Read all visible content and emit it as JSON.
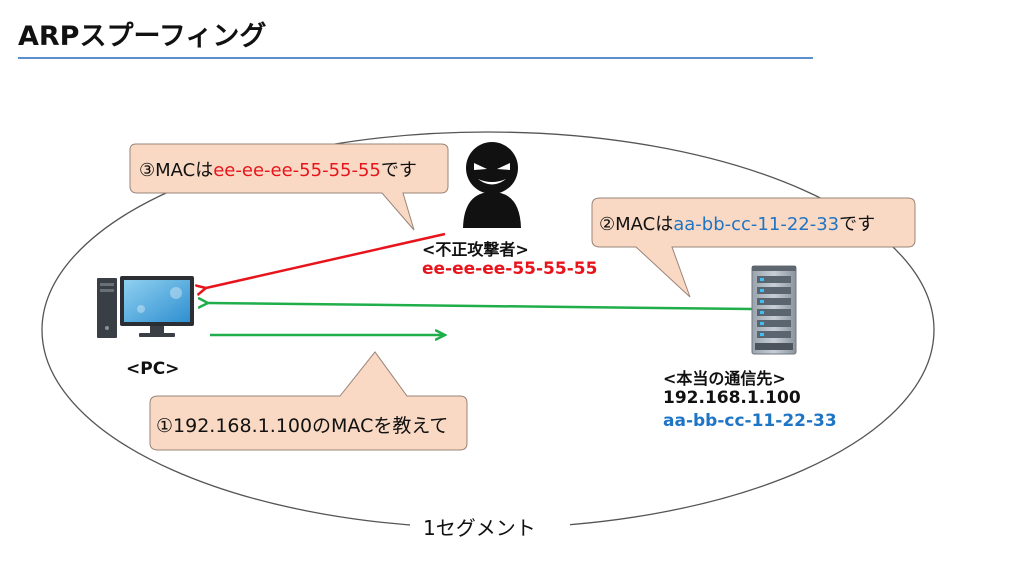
{
  "title": "ARPスプーフィング",
  "segment_label": "1セグメント",
  "pc": {
    "label": "<PC>"
  },
  "attacker": {
    "label": "<不正攻撃者>",
    "mac": "ee-ee-ee-55-55-55"
  },
  "server": {
    "label": "<本当の通信先>",
    "ip": "192.168.1.100",
    "mac": "aa-bb-cc-11-22-33"
  },
  "bubbles": {
    "step1": {
      "text": "①192.168.1.100のMACを教えて"
    },
    "step2": {
      "prefix": "②MACは",
      "mac": "aa-bb-cc-11-22-33",
      "suffix": "です"
    },
    "step3": {
      "prefix": "③MACは",
      "mac": "ee-ee-ee-55-55-55",
      "suffix": "です"
    }
  },
  "colors": {
    "bubble_fill": "#f9d9c4",
    "bubble_stroke": "#9a8478",
    "attacker_arrow": "#e8141c",
    "server_arrow": "#1fae4a",
    "title_rule": "#5b8fcf",
    "mac_red": "#e8141c",
    "mac_blue": "#1f75c5"
  },
  "icons": [
    "desktop-pc-icon",
    "hacker-icon",
    "server-rack-icon"
  ]
}
